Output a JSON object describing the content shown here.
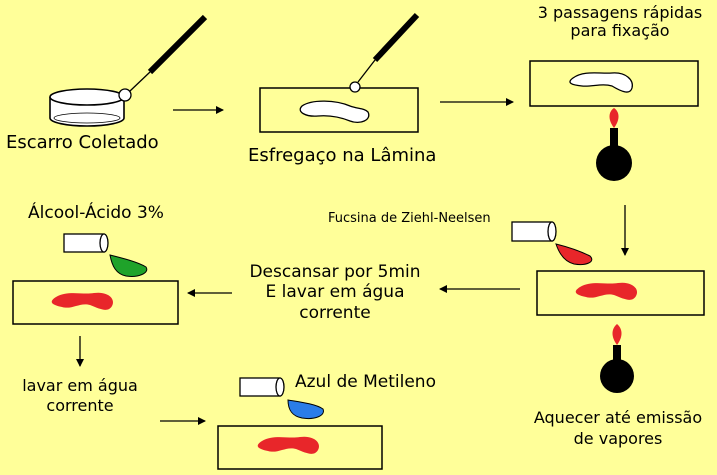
{
  "labels": {
    "sputum": "Escarro Coletado",
    "smear": "Esfregaço na Lâmina",
    "fix_line1": "3 passagens rápidas",
    "fix_line2": "para fixação",
    "fuchsin": "Fucsina de Ziehl-Neelsen",
    "rest_line1": "Descansar por 5min",
    "rest_line2": "E lavar em água",
    "rest_line3": "corrente",
    "acid_alcohol": "Álcool-Ácido 3%",
    "wash_line1": "lavar em água",
    "wash_line2": "corrente",
    "methylene": "Azul de Metileno",
    "heat_line1": "Aquecer até emissão",
    "heat_line2": "de vapores"
  },
  "colors": {
    "background": "#ffff99",
    "fuchsin_red": "#e8262a",
    "acid_green": "#1fa32a",
    "methylene_blue": "#2a7de8",
    "smear_white": "#ffffff",
    "flame": "#e8262a",
    "burner": "#000000"
  },
  "icons": [
    "dish-icon",
    "inoculating-loop-icon",
    "slide-icon",
    "bunsen-burner-icon",
    "reagent-bottle-icon",
    "arrow-icon"
  ]
}
